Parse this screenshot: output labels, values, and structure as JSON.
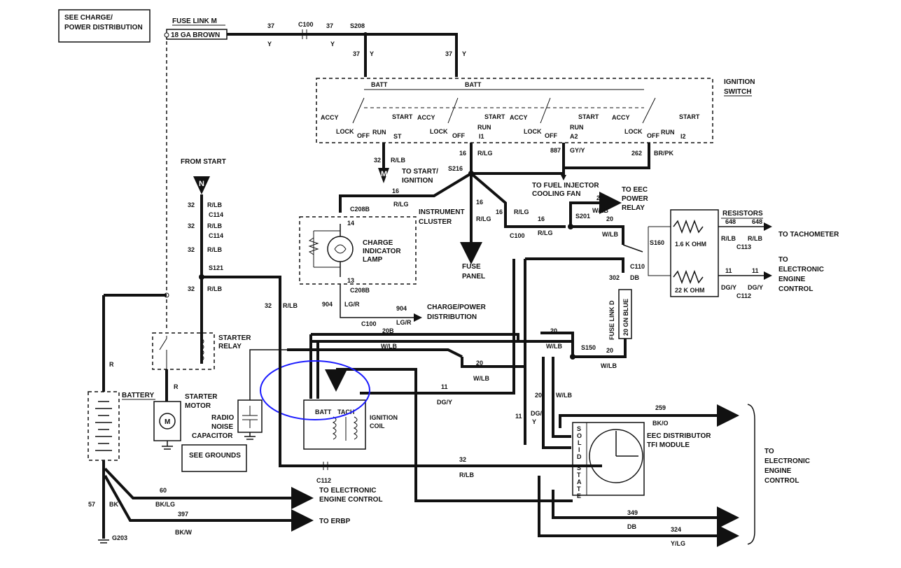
{
  "diagram": {
    "see_charge": [
      "SEE CHARGE/",
      "POWER DISTRIBUTION"
    ],
    "fuse_link_m": "FUSE LINK M",
    "fuse_link_m_gauge": "18 GA BROWN",
    "ignition_switch": [
      "IGNITION",
      "SWITCH"
    ],
    "switch_positions": {
      "batt": "BATT",
      "accy": "ACCY",
      "lock": "LOCK",
      "off": "OFF",
      "run": "RUN",
      "start": "START",
      "st": "ST",
      "i1": "I1",
      "a2": "A2",
      "i2": "I2"
    },
    "connectors": {
      "c100": "C100",
      "s208": "S208",
      "s216": "S216",
      "c208b": "C208B",
      "s201": "S201",
      "s160": "S160",
      "c110": "C110",
      "c113": "C113",
      "c112": "C112",
      "c114": "C114",
      "s121": "S121",
      "s150": "S150",
      "g203": "G203"
    },
    "wire_numbers": {
      "n37": "37",
      "n32": "32",
      "n16": "16",
      "n11": "11",
      "n887": "887",
      "n262": "262",
      "n20": "20",
      "n14": "14",
      "n13": "13",
      "n904": "904",
      "n648": "648",
      "n302": "302",
      "n259": "259",
      "n349": "349",
      "n324": "324",
      "n60": "60",
      "n397": "397",
      "n57": "57",
      "n20b": "20B"
    },
    "wire_colors": {
      "y": "Y",
      "rlb": "R/LB",
      "rlg": "R/LG",
      "gyy": "GY/Y",
      "brpk": "BR/PK",
      "wlb": "W/LB",
      "db": "DB",
      "lgr": "LG/R",
      "dgy": "DG/Y",
      "dgy_split": [
        "DG/",
        "Y"
      ],
      "bko": "BK/O",
      "ylg": "Y/LG",
      "bklg": "BK/LG",
      "bkw": "BK/W",
      "bk": "BK",
      "r": "R"
    },
    "from_start": "FROM START",
    "node_n": "N",
    "node_m": "M",
    "to_start_ignition": [
      "TO START/",
      "IGNITION"
    ],
    "instrument_cluster": [
      "INSTRUMENT",
      "CLUSTER"
    ],
    "charge_lamp": [
      "CHARGE",
      "INDICATOR",
      "LAMP"
    ],
    "fuse_panel": [
      "FUSE",
      "PANEL"
    ],
    "fuel_injector_fan": [
      "TO FUEL INJECTOR",
      "COOLING FAN"
    ],
    "eec_power_relay": [
      "TO EEC",
      "POWER",
      "RELAY"
    ],
    "resistors": "RESISTORS",
    "r_16k": "1.6 K OHM",
    "r_22k": "22 K OHM",
    "to_tachometer": "TO TACHOMETER",
    "to_eec_right": [
      "TO",
      "ELECTRONIC",
      "ENGINE",
      "CONTROL"
    ],
    "fuse_link_d": "FUSE LINK D",
    "fuse_link_d_gauge": "20 GN BLUE",
    "charge_power_dist": [
      "CHARGE/POWER",
      "DISTRIBUTION"
    ],
    "starter_relay": [
      "STARTER",
      "RELAY"
    ],
    "battery": "BATTERY",
    "starter_motor": [
      "STARTER",
      "MOTOR"
    ],
    "motor_symbol": "M",
    "radio_noise_cap": [
      "RADIO",
      "NOISE",
      "CAPACITOR"
    ],
    "see_grounds": "SEE GROUNDS",
    "batt_terminal": "BATT",
    "tach_terminal": "TACH",
    "ignition_coil": [
      "IGNITION",
      "COIL"
    ],
    "eec_distributor": [
      "EEC DISTRIBUTOR",
      "TFI MODULE"
    ],
    "solid_state": [
      "S",
      "O",
      "L",
      "I",
      "D",
      "S",
      "T",
      "A",
      "T",
      "E"
    ],
    "to_eec_bottom": [
      "TO ELECTRONIC",
      "ENGINE CONTROL"
    ],
    "to_erbp": "TO ERBP",
    "to_eec_far": [
      "TO",
      "ELECTRONIC",
      "ENGINE",
      "CONTROL"
    ]
  },
  "highlight_color": "#1a1aff"
}
